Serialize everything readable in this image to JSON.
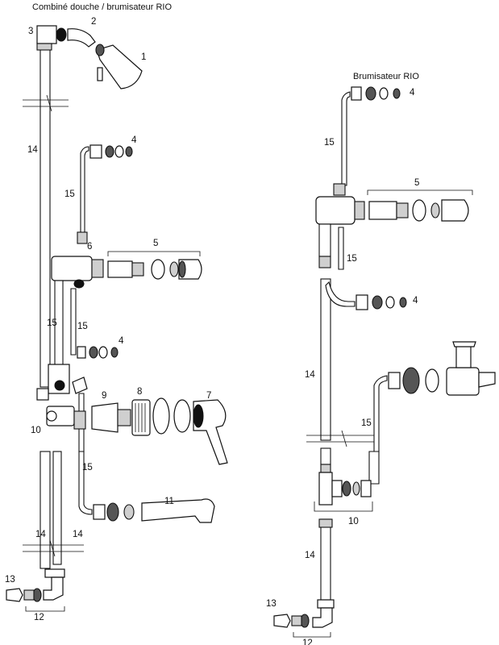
{
  "titles": {
    "left": "Combiné douche / brumisateur RIO",
    "right": "Brumisateur RIO"
  },
  "left_labels": {
    "l1": "1",
    "l2": "2",
    "l3": "3",
    "l4a": "4",
    "l4b": "4",
    "l5": "5",
    "l6": "6",
    "l7": "7",
    "l8": "8",
    "l9": "9",
    "l10": "10",
    "l11": "11",
    "l12": "12",
    "l13": "13",
    "l14a": "14",
    "l14b": "14",
    "l14c": "14",
    "l15a": "15",
    "l15b": "15",
    "l15c": "15",
    "l15d": "15"
  },
  "right_labels": {
    "r4a": "4",
    "r4b": "4",
    "r5": "5",
    "r10": "10",
    "r12": "12",
    "r13": "13",
    "r14a": "14",
    "r14b": "14",
    "r15a": "15",
    "r15b": "15",
    "r15c": "15"
  }
}
